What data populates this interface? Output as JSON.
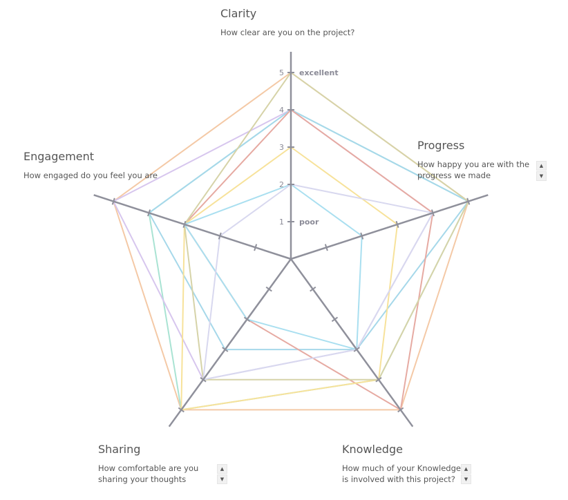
{
  "chart_data": {
    "type": "radar",
    "axes": [
      {
        "title": "Clarity",
        "question": "How clear are you on the project?"
      },
      {
        "title": "Progress",
        "question": "How happy you are with the progress we made"
      },
      {
        "title": "Knowledge",
        "question": "How much of your Knowledge is involved with this project?"
      },
      {
        "title": "Sharing",
        "question": "How comfortable are you sharing your thoughts"
      },
      {
        "title": "Engagement",
        "question": "How engaged do you feel you are"
      }
    ],
    "scale": {
      "min": 0,
      "max": 5,
      "ticks": [
        1,
        2,
        3,
        4,
        5
      ]
    },
    "tick_labels": {
      "1": "poor",
      "5": "excellent"
    },
    "series": [
      {
        "color": "#f4c9a6",
        "values": [
          5,
          5,
          5,
          5,
          5
        ]
      },
      {
        "color": "#a9e3d3",
        "values": [
          4,
          5,
          4,
          5,
          4
        ]
      },
      {
        "color": "#d7c6ee",
        "values": [
          4,
          4,
          3,
          4,
          5
        ]
      },
      {
        "color": "#a6d8ea",
        "values": [
          4,
          5,
          3,
          3,
          4
        ]
      },
      {
        "color": "#e6aaa2",
        "values": [
          4,
          4,
          5,
          2,
          3
        ]
      },
      {
        "color": "#f7e29a",
        "values": [
          3,
          3,
          4,
          5,
          3
        ]
      },
      {
        "color": "#d6d3a8",
        "values": [
          5,
          5,
          4,
          4,
          3
        ]
      },
      {
        "color": "#a9dff0",
        "values": [
          2,
          2,
          3,
          2,
          3
        ]
      },
      {
        "color": "#d8d8ef",
        "values": [
          2,
          4,
          3,
          4,
          2
        ]
      }
    ]
  },
  "colors": {
    "axis": "#8f909b",
    "tick_label": "#8a8a96"
  }
}
